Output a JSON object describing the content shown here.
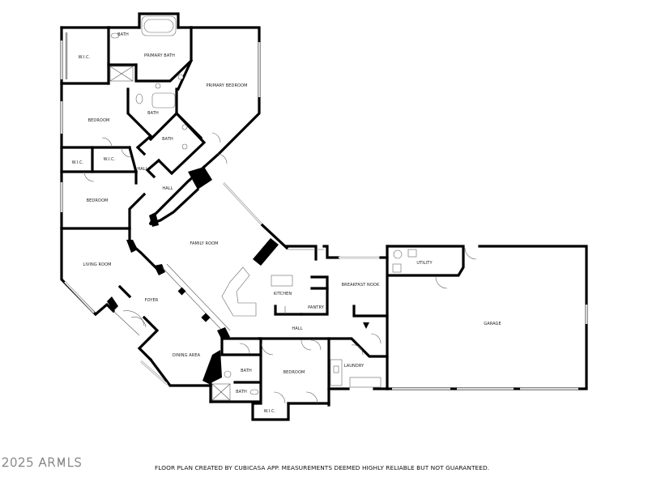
{
  "rooms": {
    "wic_primary": "W.I.C.",
    "bath_top": "BATH",
    "primary_bath": "PRIMARY BATH",
    "primary_bedroom": "PRIMARY BEDROOM",
    "bath_mid": "BATH",
    "bedroom_1": "BEDROOM",
    "bath_diag": "BATH",
    "wic_left": "W.I.C.",
    "wic_mid": "W.I.C.",
    "hall_1": "HALL",
    "hall_2": "HALL",
    "bedroom_2": "BEDROOM",
    "family_room": "FAMILY ROOM",
    "living_room": "LIVING ROOM",
    "foyer": "FOYER",
    "kitchen": "KITCHEN",
    "pantry": "PANTRY",
    "breakfast_nook": "BREAKFAST NOOK",
    "utility": "UTILITY",
    "garage": "GARAGE",
    "hall_3": "HALL",
    "dining_area": "DINING AREA",
    "bath_lower_1": "BATH",
    "bath_lower_2": "BATH",
    "bedroom_3": "BEDROOM",
    "laundry": "LAUNDRY",
    "wic_lower": "W.I.C."
  },
  "footer": {
    "watermark": "2025 ARMLS",
    "disclaimer": "FLOOR PLAN CREATED BY CUBICASA APP. MEASUREMENTS DEEMED HIGHLY RELIABLE BUT NOT GUARANTEED."
  },
  "colors": {
    "wall": "#000000",
    "window": "#999999",
    "background": "#ffffff"
  }
}
